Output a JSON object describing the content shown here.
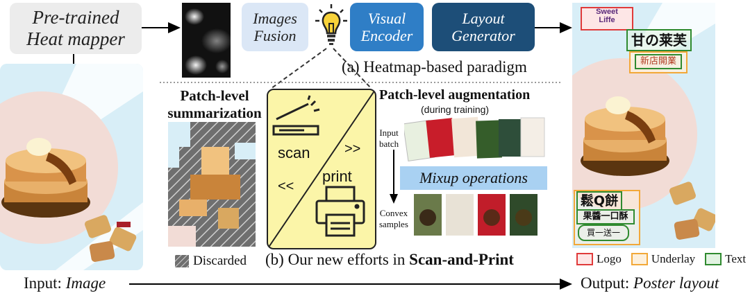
{
  "heatmapper": {
    "line1": "Pre-trained",
    "line2": "Heat mapper"
  },
  "fusion": {
    "line1": "Images",
    "line2": "Fusion"
  },
  "encoder": {
    "line1": "Visual",
    "line2": "Encoder"
  },
  "generator": {
    "line1": "Layout",
    "line2": "Generator"
  },
  "paradigm_caption": "(a) Heatmap-based paradigm",
  "patch_summary": {
    "line1": "Patch-level",
    "line2": "summarization"
  },
  "discarded_label": "Discarded",
  "scanprint": {
    "scan": "scan",
    "print": "print",
    "fwd": ">>",
    "back": "<<"
  },
  "augmentation": {
    "title": "Patch-level augmentation",
    "subtitle": "(during training)"
  },
  "input_batch": {
    "line1": "Input",
    "line2": "batch"
  },
  "mixup": "Mixup operations",
  "convex": {
    "line1": "Convex",
    "line2": "samples"
  },
  "efforts_caption": {
    "prefix": "(b) Our new efforts in ",
    "bold": "Scan-and-Print"
  },
  "legend": [
    {
      "label": "Logo",
      "color": "#e03a3a",
      "fill": "#fde6e6"
    },
    {
      "label": "Underlay",
      "color": "#f2a838",
      "fill": "#fdf0dc"
    },
    {
      "label": "Text",
      "color": "#2f8a2f",
      "fill": "#e2f3e2"
    }
  ],
  "bottom": {
    "input_prefix": "Input: ",
    "input_italic": "Image",
    "output_prefix": "Output: ",
    "output_italic": "Poster layout"
  },
  "poster_texts": {
    "logo_line1": "Sweet",
    "logo_line2": "Liffe",
    "title": "甘の莱芙",
    "badge": "新店開業",
    "big": "鬆Q餅",
    "sub": "果醬一口酥",
    "promo": "買一送一"
  },
  "colors": {
    "gray": "#ececec",
    "light": "#dbe7f6",
    "blue": "#2f7ec6",
    "dark": "#1d4e78",
    "yellow": "#fbf5a8",
    "mixup": "#a9d1f2",
    "poster_bg": "#d8eef7"
  }
}
